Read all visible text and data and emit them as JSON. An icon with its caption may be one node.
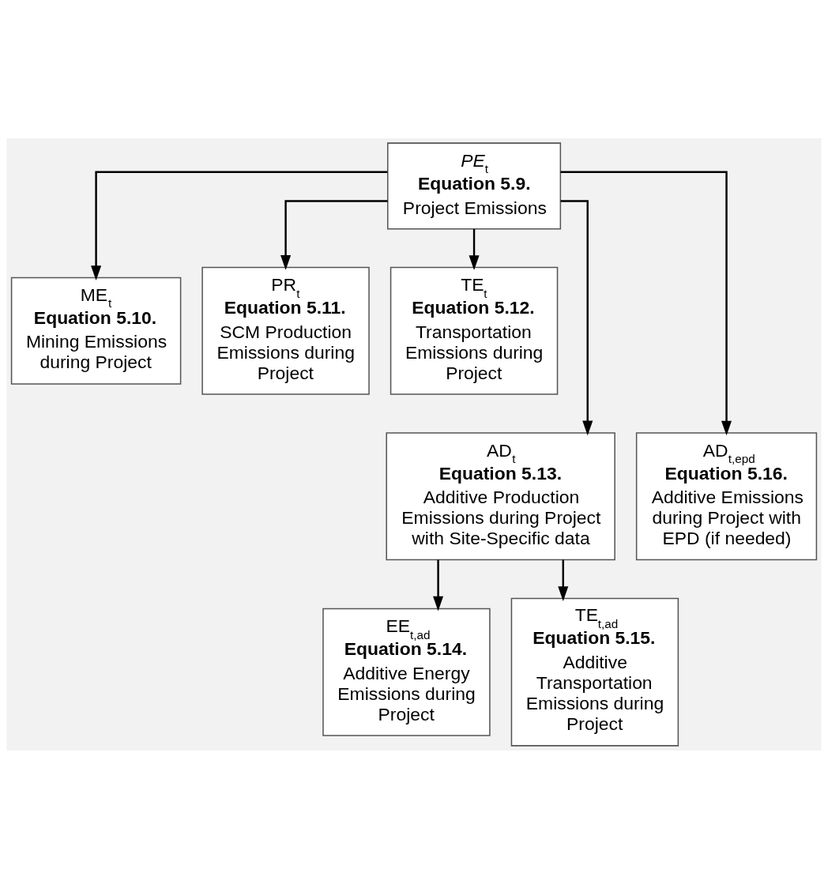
{
  "diagram": {
    "nodes": [
      {
        "text": [
          "*PE*$_{t}$",
          "Equation 5.9.",
          "Project Emissions"
        ]
      },
      {
        "text": [
          "ME$_{t}$",
          "Equation 5.10.",
          "Mining Emissions during Project"
        ]
      },
      {
        "text": [
          "PR$_{t}$",
          "Equation 5.11.",
          "SCM Production Emissions during Project"
        ]
      },
      {
        "text": [
          "TE$_{t}$",
          "Equation 5.12.",
          "Transportation Emissions during Project"
        ]
      },
      {
        "text": [
          "AD$_{t}$",
          "Equation 5.13.",
          "Additive Production Emissions during Project with Site-Specific data"
        ]
      },
      {
        "text": [
          "AD$_{t,epd}$",
          "Equation 5.16.",
          "Additive Emissions during Project with EPD (if needed)"
        ]
      },
      {
        "text": [
          "EE$_{t,ad}$",
          "Equation 5.14.",
          "Additive Energy Emissions during Project"
        ]
      },
      {
        "text": [
          "TE$_{t,ad}$",
          "Equation 5.15.",
          "Additive Transportation Emissions during Project"
        ]
      }
    ],
    "edges": [
      {
        "from": 0,
        "to": 1,
        "arrow": "to"
      },
      {
        "from": 0,
        "to": 2,
        "arrow": "to"
      },
      {
        "from": 0,
        "to": 3,
        "arrow": "to"
      },
      {
        "from": 0,
        "to": 4,
        "arrow": "to"
      },
      {
        "from": 0,
        "to": 5,
        "arrow": "to"
      },
      {
        "from": 4,
        "to": 6,
        "arrow": "to"
      },
      {
        "from": 4,
        "to": 7,
        "arrow": "to"
      }
    ]
  }
}
